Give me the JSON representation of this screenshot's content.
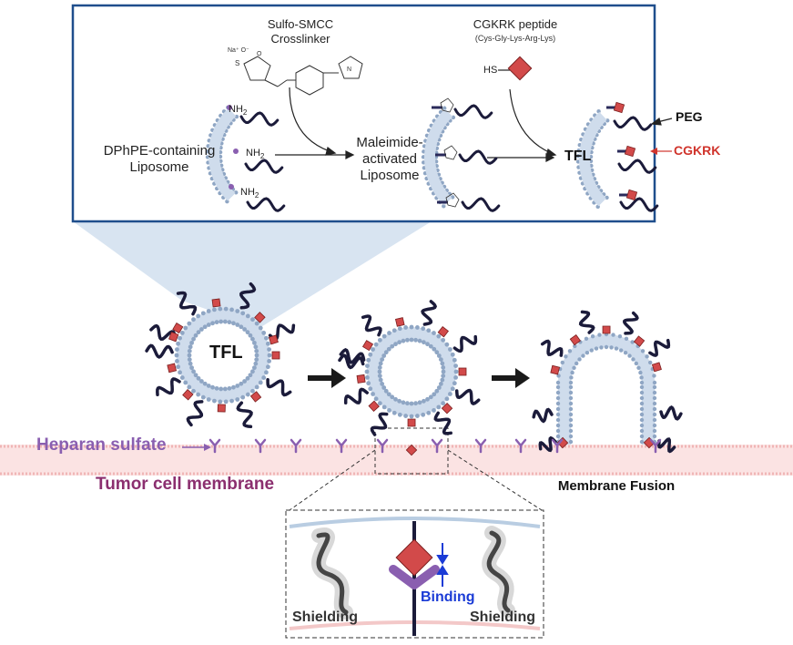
{
  "panel": {
    "crosslinker_name": "Sulfo-SMCC",
    "crosslinker_desc": "Crosslinker",
    "peptide_name": "CGKRK peptide",
    "peptide_seq": "(Cys-Gly-Lys-Arg-Lys)",
    "hs_label": "HS",
    "step1_line1": "DPhPE-containing",
    "step1_line2": "Liposome",
    "nh2_1": "NH",
    "nh2_2": "NH",
    "nh2_3": "NH",
    "sub2": "2",
    "step2_line1": "Maleimide-",
    "step2_line2": "activated",
    "step2_line3": "Liposome",
    "tfl_label": "TFL",
    "peg_label": "PEG",
    "cgkrk_label": "CGKRK",
    "na_label": "Na⁺ O⁻",
    "s_label": "S",
    "o_label": "O",
    "n_label": "N"
  },
  "main": {
    "tfl_label": "TFL",
    "heparan_label": "Heparan sulfate",
    "membrane_label": "Tumor cell membrane",
    "fusion_label": "Membrane Fusion"
  },
  "inset": {
    "shield_left": "Shielding",
    "shield_right": "Shielding",
    "binding_label": "Binding"
  },
  "colors": {
    "frame": "#1f4e8c",
    "cone": "#d4e1ef",
    "lipid_head": "#8fa6c4",
    "lipid_tail": "#cfdcec",
    "peg": "#1b1b3a",
    "peptide": "#d24a4a",
    "heparan": "#8a5fb0",
    "membrane": "#f3c8c8",
    "tumor_text": "#8b2f6f",
    "binding": "#1a3bd6",
    "cgkrk_text": "#d0342c"
  }
}
